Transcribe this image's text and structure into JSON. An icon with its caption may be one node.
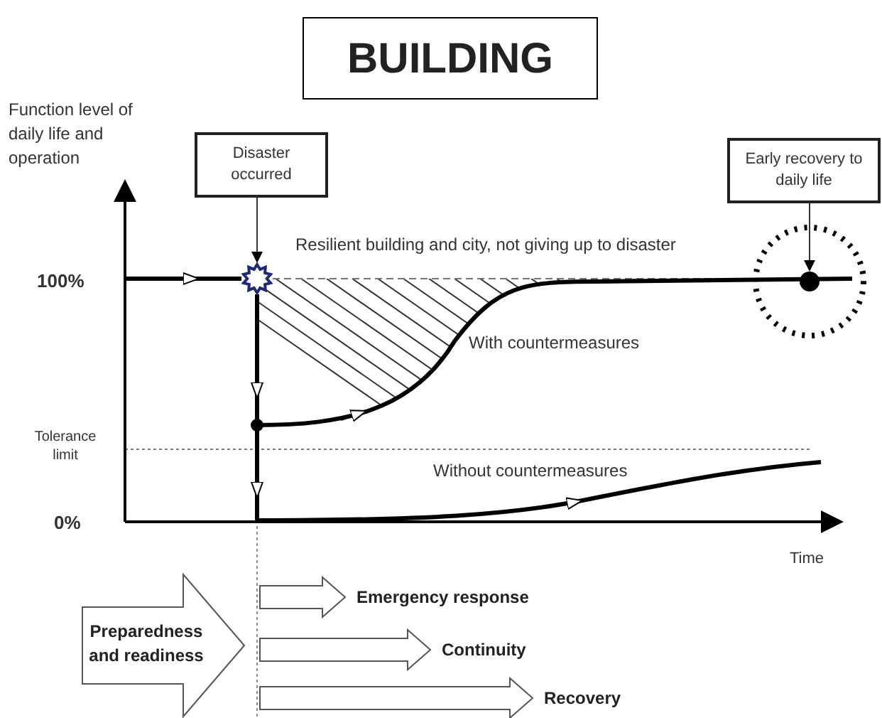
{
  "diagram": {
    "title": "BUILDING",
    "nodes": [
      {
        "text": [
          "Disaster occurred"
        ]
      },
      {
        "text": [],
        "shape": "star"
      },
      {
        "text": [
          "Early recovery to daily life"
        ]
      },
      {
        "text": [],
        "shape": "circle"
      },
      {
        "text": [
          "Preparedness and readiness"
        ]
      },
      {
        "text": [
          "Emergency response"
        ]
      },
      {
        "text": [
          "Continuity"
        ]
      },
      {
        "text": [
          "Recovery"
        ]
      }
    ],
    "edges": [
      {
        "from": 0,
        "to": 1,
        "arrow": "to"
      },
      {
        "from": 2,
        "to": 3,
        "arrow": "to"
      },
      {
        "from": null,
        "to": 5,
        "arrow": "to",
        "style": "thick"
      },
      {
        "from": null,
        "to": 6,
        "arrow": "to",
        "style": "thick"
      },
      {
        "from": null,
        "to": 7,
        "arrow": "to",
        "style": "thick"
      }
    ],
    "labels": [
      "Function level of daily life and operation",
      "Resilient building and city, not giving up to disaster",
      "100%",
      "With countermeasures",
      "Tolerance limit",
      "Without countermeasures",
      "0%",
      "Time"
    ]
  }
}
